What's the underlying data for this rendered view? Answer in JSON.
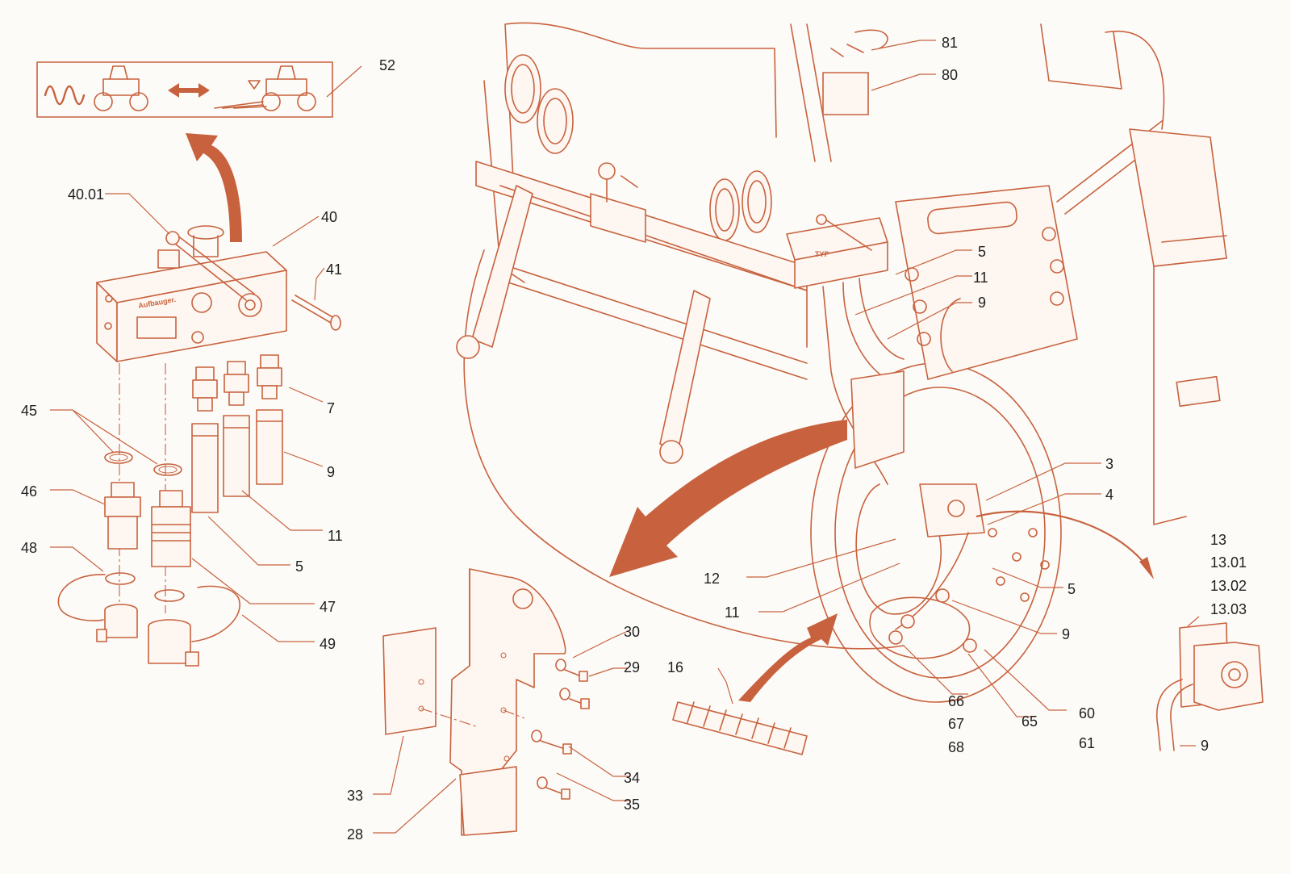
{
  "diagram": {
    "accent_color": "#c8623e",
    "callouts": {
      "c52": "52",
      "c40_01": "40.01",
      "c40": "40",
      "c41": "41",
      "c7": "7",
      "c45": "45",
      "c9_left": "9",
      "c46": "46",
      "c11_left": "11",
      "c48": "48",
      "c5_left": "5",
      "c47": "47",
      "c49": "49",
      "c81": "81",
      "c80": "80",
      "c5_top": "5",
      "c11_top": "11",
      "c9_top": "9",
      "c3": "3",
      "c4": "4",
      "c12": "12",
      "c11_mid": "11",
      "c5_mid": "5",
      "c9_mid": "9",
      "c13": "13",
      "c13_01": "13.01",
      "c13_02": "13.02",
      "c13_03": "13.03",
      "c30": "30",
      "c29": "29",
      "c16": "16",
      "c66": "66",
      "c67": "67",
      "c68": "68",
      "c65": "65",
      "c60": "60",
      "c61": "61",
      "c9_right": "9",
      "c33": "33",
      "c34": "34",
      "c35": "35",
      "c28": "28"
    },
    "labels": {
      "block_plate": "Aufbauger.",
      "valve_tag": "TYP"
    },
    "icons": [
      "vibration-wave-icon",
      "roller-icon",
      "double-arrow-icon",
      "spreader-roller-icon"
    ]
  }
}
